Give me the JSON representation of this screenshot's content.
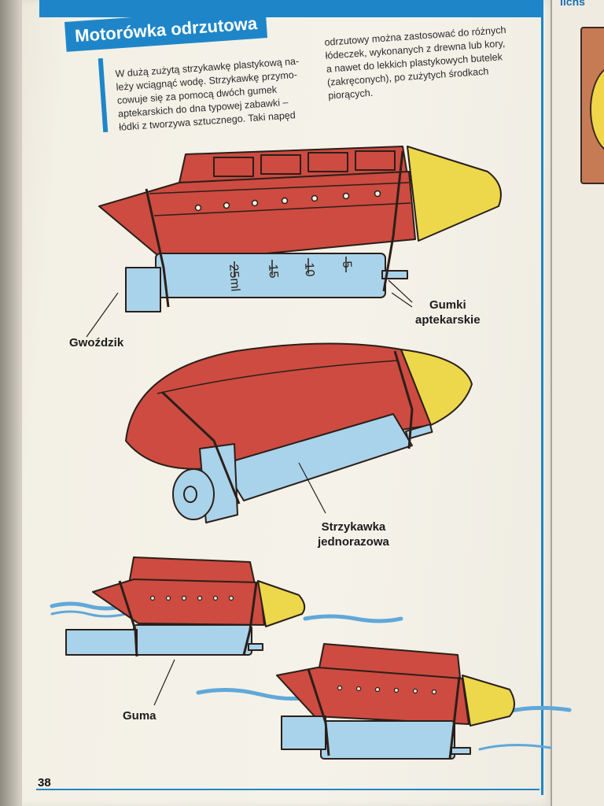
{
  "page": {
    "title": "Motorówka odrzutowa",
    "next_page_title": "lichs",
    "page_number": "38"
  },
  "text": {
    "col1": [
      "W dużą zużytą strzykawkę plastykową na-",
      "leży wciągnąć wodę. Strzykawkę przymo-",
      "cowuje się za pomocą dwóch gumek",
      "aptekarskich do dna typowej zabawki –",
      "łódki z tworzywa sztucznego. Taki napęd"
    ],
    "col2": [
      "odrzutowy można zastosować do różnych",
      "łódeczek, wykonanych z drewna lub kory,",
      "a nawet do lekkich plastykowych butelek",
      "(zakręconych), po zużytych środkach",
      "piorących."
    ]
  },
  "labels": {
    "nail": "Gwoździk",
    "rubber_bands_1": "Gumki",
    "rubber_bands_2": "aptekarskie",
    "syringe_1": "Strzykawka",
    "syringe_2": "jednorazowa",
    "rubber": "Guma"
  },
  "syringe_scale": {
    "ticks": [
      "5",
      "10",
      "15",
      "25ml"
    ]
  },
  "colors": {
    "accent_blue": "#1e86c8",
    "hull_red": "#cd4b40",
    "nose_yellow": "#ecd84a",
    "syringe_blue": "#a9d3ea",
    "water_blue": "#5fa8da"
  }
}
